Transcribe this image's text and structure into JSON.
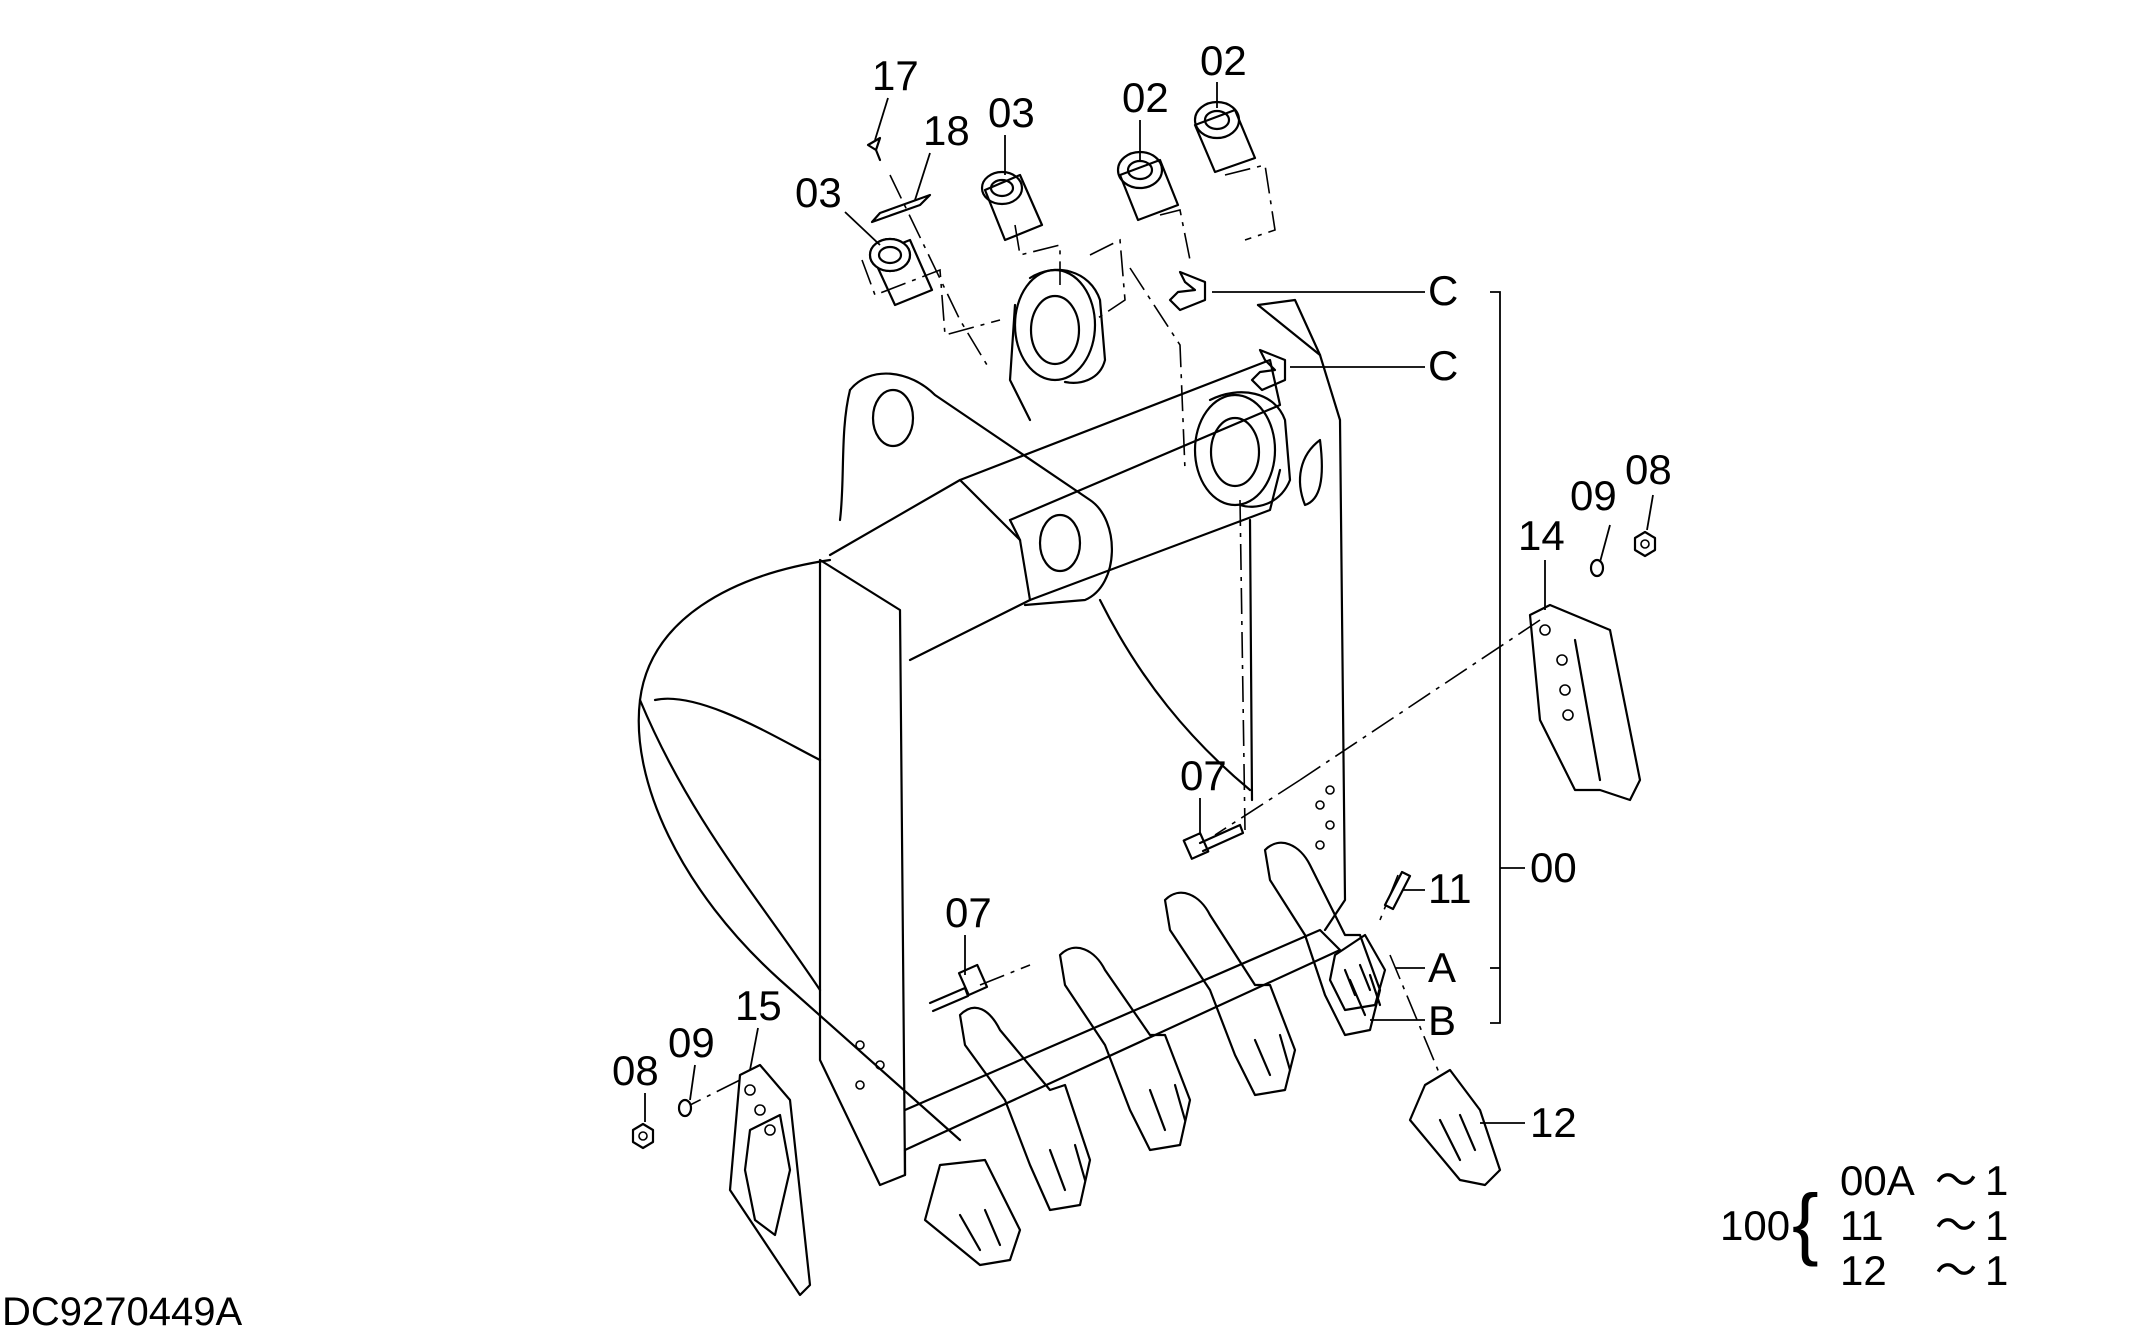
{
  "diagram": {
    "drawing_number": "DC9270449A",
    "callouts": {
      "p17": "17",
      "p18": "18",
      "p03a": "03",
      "p03b": "03",
      "p02a": "02",
      "p02b": "02",
      "pCa": "C",
      "pCb": "C",
      "p09r": "09",
      "p08r": "08",
      "p14": "14",
      "p07a": "07",
      "p07b": "07",
      "p00": "00",
      "p11": "11",
      "pA": "A",
      "pB": "B",
      "p12": "12",
      "p15": "15",
      "p09l": "09",
      "p08l": "08"
    },
    "kit_table": {
      "kit": "100",
      "brace": "{",
      "rows": [
        {
          "part": "00A",
          "sep": "～",
          "qty": "1"
        },
        {
          "part": "11",
          "sep": "～",
          "qty": "1"
        },
        {
          "part": "12",
          "sep": "～",
          "qty": "1"
        }
      ]
    }
  }
}
